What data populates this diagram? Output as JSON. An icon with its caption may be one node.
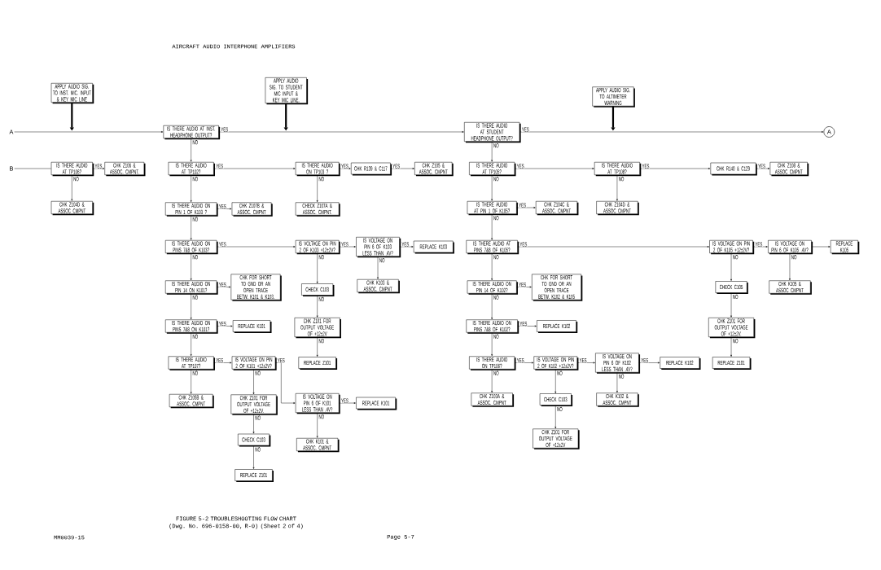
{
  "diagram": {
    "title": "AIRCRAFT AUDIO INTERPHONE AMPLIFIERS",
    "caption": "FIGURE 5-2 TROUBLESHOOTING FLOW CHART (Dwg. No. 696-0158-00, R-0) (Sheet 2 of 4)",
    "nodes": [
      {
        "text": [
          "A"
        ]
      },
      {
        "text": [
          "APPLY AUDIO SIG. TO INST. MIC. INPUT & KEY MIC LINE"
        ]
      },
      {
        "text": [
          "IS THERE AUDIO AT INST. HEADPHONE OUTPUT?"
        ]
      },
      {
        "text": [
          "APPLY AUDIO SIG. TO STUDENT MIC INPUT & KEY MIC LINE."
        ]
      },
      {
        "text": [
          "IS THERE AUDIO AT STUDENT HEADPHONE OUTPUT?"
        ]
      },
      {
        "text": [
          "APPLY AUDIO SIG. TO ALTIMETER WARNING"
        ]
      },
      {
        "text": [
          "A"
        ]
      },
      {
        "text": [
          "B"
        ]
      },
      {
        "text": [
          "IS THERE AUDIO AT TP106?"
        ]
      },
      {
        "text": [
          "CHK Z106 & ASSOC. CMPNT."
        ]
      },
      {
        "text": [
          "CHK Z104D & ASSOC CMPNT"
        ]
      },
      {
        "text": [
          "IS THERE AUDIO AT TP102?"
        ]
      },
      {
        "text": [
          "IS THERE AUDIO ON PIN 1 OF K103 ?"
        ]
      },
      {
        "text": [
          "CHK Z107B & ASSOC. CMPNT"
        ]
      },
      {
        "text": [
          "IS THERE AUDIO ON PINS 7&8 OF K103?"
        ]
      },
      {
        "text": [
          "IS THERE AUDIO ON PIN 14 ON K101?"
        ]
      },
      {
        "text": [
          "CHK FOR SHORT TO GND OR AN OPEN TRACE BETW. K101 & K103."
        ]
      },
      {
        "text": [
          "IS THERE AUDIO ON PINS 7&8 ON K101?"
        ]
      },
      {
        "text": [
          "REPLACE K101"
        ]
      },
      {
        "text": [
          "IS THERE AUDIO AT TP107?"
        ]
      },
      {
        "text": [
          "CHK Z105B & ASSOC. CMPNT"
        ]
      },
      {
        "text": [
          "IS VOLTAGE ON PIN 2 OF K101 +12±2V?"
        ]
      },
      {
        "text": [
          "CHK Z101 FOR OUTPUT VOLTAGE OF +12±2V."
        ]
      },
      {
        "text": [
          "CHECK C103"
        ]
      },
      {
        "text": [
          "REPLACE Z101"
        ]
      },
      {
        "text": [
          "IS THERE AUDIO ON TP103 ?"
        ]
      },
      {
        "text": [
          "CHK R139 & C117"
        ]
      },
      {
        "text": [
          "CHK Z105 & ASSOC. CMPNT"
        ]
      },
      {
        "text": [
          "CHECK Z107A & ASSOC. CMPNT."
        ]
      },
      {
        "text": [
          "IS VOLTAGE ON PIN 2 OF K103 +12±2V?"
        ]
      },
      {
        "text": [
          "IS VOLTAGE ON PIN 6 OF K103 LESS THAN .4V?"
        ]
      },
      {
        "text": [
          "REPLACE K103"
        ]
      },
      {
        "text": [
          "CHK K103 & ASSOC. CMPNT"
        ]
      },
      {
        "text": [
          "CHECK C103"
        ]
      },
      {
        "text": [
          "CHK Z101 FOR OUTPUT VOLTAGE OF +12±2V"
        ]
      },
      {
        "text": [
          "REPLACE Z101"
        ]
      },
      {
        "text": [
          "IS VOLTAGE ON PIN 6 OF K101 LESS THAN .4V?"
        ]
      },
      {
        "text": [
          "REPLACE K101"
        ]
      },
      {
        "text": [
          "CHK K101 & ASSOC. CMPNT"
        ]
      },
      {
        "text": [
          "IS THERE AUDIO AT TP105?"
        ]
      },
      {
        "text": [
          "IS THERE AUDIO AT PIN 1 OF K105?"
        ]
      },
      {
        "text": [
          "CHK Z104C & ASSOC. CMPNT"
        ]
      },
      {
        "text": [
          "IS THERE AUDIO AT PINS 7&8 OF K105?"
        ]
      },
      {
        "text": [
          "IS THERE AUDIO ON PIN 14 OF K102?"
        ]
      },
      {
        "text": [
          "CHK FOR SHORT TO GND OR AN OPEN TRACE BETW. K102 & K105"
        ]
      },
      {
        "text": [
          "IS THERE AUDIO ON PINS 7&8 OF K102?"
        ]
      },
      {
        "text": [
          "REPLACE K102"
        ]
      },
      {
        "text": [
          "IS THERE AUDIO ON TP106?"
        ]
      },
      {
        "text": [
          "CHK Z103A & ASSOC. CMPNT"
        ]
      },
      {
        "text": [
          "IS VOLTAGE ON PIN 2 OF K102 +12±2V?"
        ]
      },
      {
        "text": [
          "CHECK C103"
        ]
      },
      {
        "text": [
          "CHK Z101 FOR OUTPUT VOLTAGE OF +12±2V"
        ]
      },
      {
        "text": [
          "IS VOLTAGE ON PIN 6 OF K102 LESS THAN .4V?"
        ]
      },
      {
        "text": [
          "CHK K102 & ASSOC. CMPNT"
        ]
      },
      {
        "text": [
          "REPLACE K102"
        ]
      },
      {
        "text": [
          "IS THERE AUDIO AT TP108?"
        ]
      },
      {
        "text": [
          "CHK Z104D & ASSOC CMPNT"
        ]
      },
      {
        "text": [
          "CHK R140 & C129"
        ]
      },
      {
        "text": [
          "CHK Z108 & ASSOC CMPNT"
        ]
      },
      {
        "text": [
          "IS VOLTAGE ON PIN 2 OF K105 +12±2V?"
        ]
      },
      {
        "text": [
          "IS VOLTAGE ON PIN 6 OF K105 .4V?"
        ]
      },
      {
        "text": [
          "REPLACE K105"
        ]
      },
      {
        "text": [
          "CHK K105 & ASSOC CMPNT"
        ]
      },
      {
        "text": [
          "CHECK C105"
        ]
      },
      {
        "text": [
          "CHK Z101 FOR OUTPUT VOLTAGE OF +12±2V."
        ]
      },
      {
        "text": [
          "REPLACE Z101"
        ]
      }
    ],
    "edges": [
      {
        "from": 0,
        "to": 2,
        "arrow": "to"
      },
      {
        "from": 1,
        "to": null,
        "arrow": "to",
        "style": "thick"
      },
      {
        "from": 3,
        "to": null,
        "arrow": "to",
        "style": "thick"
      },
      {
        "from": 5,
        "to": null,
        "arrow": "to",
        "style": "thick"
      },
      {
        "from": 2,
        "to": 4,
        "arrow": "to",
        "label": "YES"
      },
      {
        "from": 4,
        "to": 6,
        "arrow": "to",
        "label": "YES"
      },
      {
        "from": 7,
        "to": 8,
        "arrow": "none"
      },
      {
        "from": 8,
        "to": 9,
        "arrow": "to",
        "label": "YES"
      },
      {
        "from": 8,
        "to": 10,
        "arrow": "to",
        "label": "NO"
      },
      {
        "from": 2,
        "to": 11,
        "arrow": "to",
        "label": "NO"
      },
      {
        "from": 11,
        "to": 25,
        "arrow": "to",
        "label": "YES"
      },
      {
        "from": 11,
        "to": 12,
        "arrow": "to",
        "label": "NO"
      },
      {
        "from": 12,
        "to": 13,
        "arrow": "to",
        "label": "YES"
      },
      {
        "from": 12,
        "to": 14,
        "arrow": "to",
        "label": "NO"
      },
      {
        "from": 14,
        "to": 29,
        "arrow": "to",
        "label": "YES"
      },
      {
        "from": 14,
        "to": 15,
        "arrow": "to",
        "label": "NO"
      },
      {
        "from": 15,
        "to": 16,
        "arrow": "to",
        "label": "YES"
      },
      {
        "from": 15,
        "to": 17,
        "arrow": "to",
        "label": "NO"
      },
      {
        "from": 17,
        "to": 18,
        "arrow": "to",
        "label": "YES"
      },
      {
        "from": 17,
        "to": 19,
        "arrow": "to",
        "label": "NO"
      },
      {
        "from": 19,
        "to": 21,
        "arrow": "to",
        "label": "YES"
      },
      {
        "from": 19,
        "to": 20,
        "arrow": "to",
        "label": "NO"
      },
      {
        "from": 21,
        "to": 36,
        "arrow": "to",
        "label": "YES"
      },
      {
        "from": 21,
        "to": 22,
        "arrow": "to",
        "label": "NO"
      },
      {
        "from": 22,
        "to": 23,
        "arrow": "to",
        "label": "NO"
      },
      {
        "from": 23,
        "to": 24,
        "arrow": "to",
        "label": "NO"
      },
      {
        "from": 25,
        "to": 26,
        "arrow": "to",
        "label": "YES"
      },
      {
        "from": 26,
        "to": 27,
        "arrow": "to",
        "label": "YES"
      },
      {
        "from": 25,
        "to": 28,
        "arrow": "to",
        "label": "NO"
      },
      {
        "from": 29,
        "to": 30,
        "arrow": "to",
        "label": "YES"
      },
      {
        "from": 30,
        "to": 31,
        "arrow": "to",
        "label": "YES"
      },
      {
        "from": 30,
        "to": 32,
        "arrow": "to",
        "label": "NO"
      },
      {
        "from": 29,
        "to": 33,
        "arrow": "to",
        "label": "NO"
      },
      {
        "from": 33,
        "to": 34,
        "arrow": "to",
        "label": "NO"
      },
      {
        "from": 34,
        "to": 35,
        "arrow": "to",
        "label": "NO"
      },
      {
        "from": 36,
        "to": 37,
        "arrow": "to",
        "label": "YES"
      },
      {
        "from": 36,
        "to": 38,
        "arrow": "to",
        "label": "NO"
      },
      {
        "from": 4,
        "to": 39,
        "arrow": "to",
        "label": "NO"
      },
      {
        "from": 39,
        "to": 55,
        "arrow": "to",
        "label": "YES"
      },
      {
        "from": 39,
        "to": 40,
        "arrow": "to",
        "label": "NO"
      },
      {
        "from": 40,
        "to": 41,
        "arrow": "to",
        "label": "YES"
      },
      {
        "from": 40,
        "to": 42,
        "arrow": "to",
        "label": "NO"
      },
      {
        "from": 42,
        "to": 59,
        "arrow": "to",
        "label": "YES"
      },
      {
        "from": 42,
        "to": 43,
        "arrow": "to",
        "label": "NO"
      },
      {
        "from": 43,
        "to": 44,
        "arrow": "to",
        "label": "YES"
      },
      {
        "from": 43,
        "to": 45,
        "arrow": "to",
        "label": "NO"
      },
      {
        "from": 45,
        "to": 46,
        "arrow": "to",
        "label": "YES"
      },
      {
        "from": 45,
        "to": 47,
        "arrow": "to",
        "label": "NO"
      },
      {
        "from": 47,
        "to": 49,
        "arrow": "to",
        "label": "YES"
      },
      {
        "from": 47,
        "to": 48,
        "arrow": "to",
        "label": "NO"
      },
      {
        "from": 49,
        "to": 52,
        "arrow": "to",
        "label": "YES"
      },
      {
        "from": 49,
        "to": 50,
        "arrow": "to",
        "label": "NO"
      },
      {
        "from": 50,
        "to": 51,
        "arrow": "to",
        "label": "NO"
      },
      {
        "from": 52,
        "to": 54,
        "arrow": "to",
        "label": "YES"
      },
      {
        "from": 52,
        "to": 53,
        "arrow": "to",
        "label": "NO"
      },
      {
        "from": 55,
        "to": 57,
        "arrow": "to",
        "label": "YES"
      },
      {
        "from": 55,
        "to": 56,
        "arrow": "to",
        "label": "NO"
      },
      {
        "from": 57,
        "to": 58,
        "arrow": "to",
        "label": "YES"
      },
      {
        "from": 59,
        "to": 60,
        "arrow": "to",
        "label": "YES"
      },
      {
        "from": 60,
        "to": 61,
        "arrow": "to"
      },
      {
        "from": 60,
        "to": 62,
        "arrow": "to",
        "label": "NO"
      },
      {
        "from": 59,
        "to": 63,
        "arrow": "to",
        "label": "NO"
      },
      {
        "from": 63,
        "to": 64,
        "arrow": "to",
        "label": "NO"
      },
      {
        "from": 64,
        "to": 65,
        "arrow": "to",
        "label": "NO"
      }
    ],
    "labels": [
      "MM0039-15",
      "Page 5-7"
    ]
  }
}
